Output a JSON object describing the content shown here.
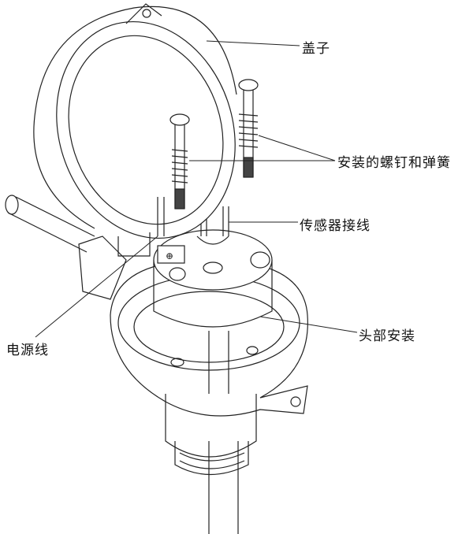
{
  "labels": {
    "cover": "盖子",
    "screws_springs": "安装的螺钉和弹簧",
    "sensor_wiring": "传感器接线",
    "head_mount": "头部安装",
    "power_cable": "电源线"
  }
}
